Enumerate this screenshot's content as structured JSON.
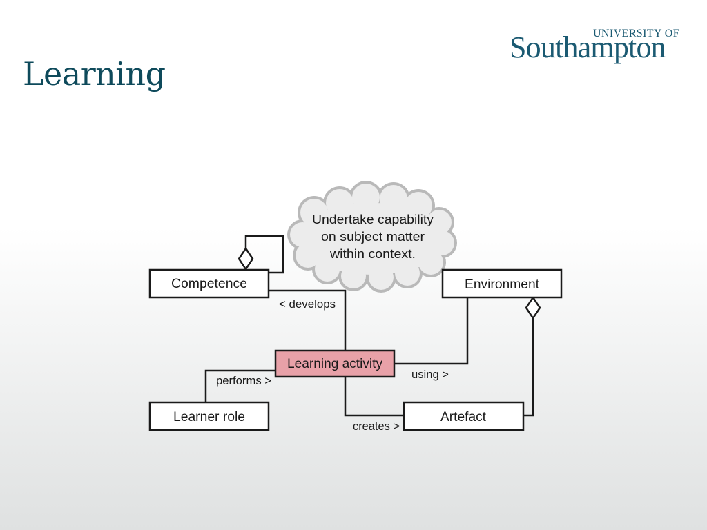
{
  "slide": {
    "title": "Learning"
  },
  "logo": {
    "line1": "UNIVERSITY OF",
    "line2": "Southampton"
  },
  "diagram": {
    "cloud_lines": [
      "Undertake capability",
      "on subject matter",
      "within context."
    ],
    "nodes": {
      "competence": "Competence",
      "environment": "Environment",
      "learning_activity": "Learning activity",
      "learner_role": "Learner role",
      "artefact": "Artefact"
    },
    "edges": {
      "develops": "< develops",
      "using": "using >",
      "performs": "performs >",
      "creates": "creates >"
    },
    "colors": {
      "highlight_fill": "#e8a1a8",
      "stroke": "#1a1a1a"
    }
  }
}
